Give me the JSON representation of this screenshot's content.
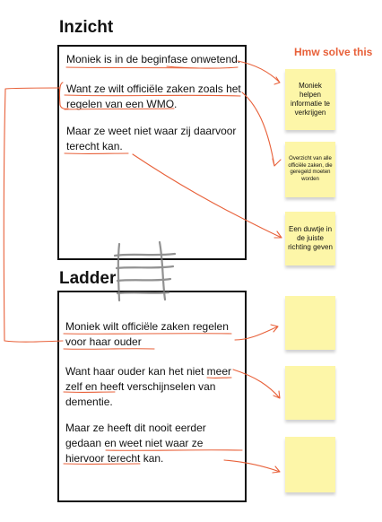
{
  "inzicht": {
    "title": "Inzicht",
    "paragraphs": [
      "Moniek is in de beginfase onwetend.",
      "Want ze wilt officiële zaken zoals het regelen van een WMO.",
      "Maar ze weet niet waar zij daarvoor terecht kan."
    ]
  },
  "ladder": {
    "title": "Ladder",
    "paragraphs": [
      "Moniek wilt officiële zaken regelen voor haar ouder",
      "Want haar ouder kan het niet meer zelf en heeft verschijnselen van dementie.",
      "Maar ze heeft dit nooit eerder gedaan en weet niet waar ze hiervoor terecht kan."
    ]
  },
  "hmw": {
    "title": "Hmw solve this",
    "stickies": [
      "Moniek helpen informatie te verkrijgen",
      "Overzicht van alle officiële zaken, die geregeld moeten worden",
      "Een duwtje in de juiste richting geven",
      "",
      "",
      ""
    ]
  },
  "colors": {
    "annotation": "#e8613a",
    "sticky": "#fdf6a8",
    "border": "#111111",
    "ladder_sketch": "#777777"
  }
}
